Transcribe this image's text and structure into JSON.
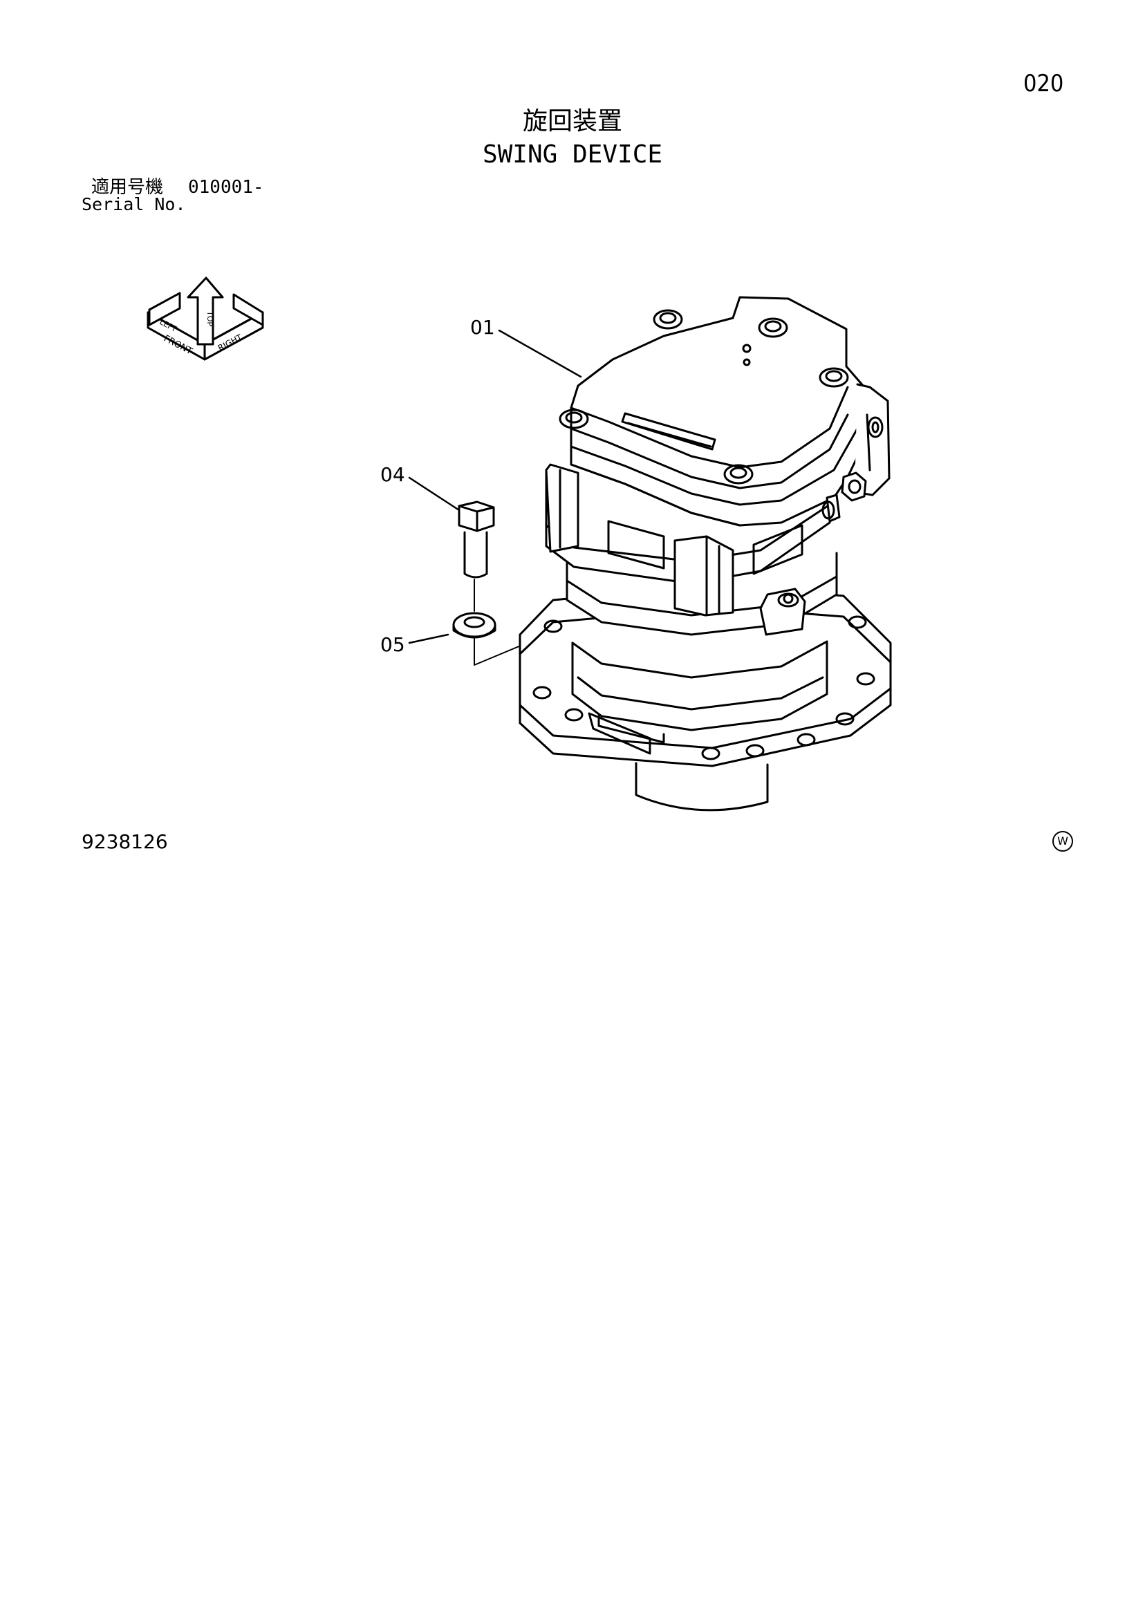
{
  "page_number": "020",
  "title_jp": "旋回装置",
  "title_en": "SWING DEVICE",
  "serial": {
    "label_jp": "適用号機",
    "range": "010001-",
    "label_en": "Serial No."
  },
  "orientation_icon": {
    "labels": [
      "FRONT",
      "LEFT",
      "TOP",
      "RIGHT"
    ]
  },
  "callouts": [
    {
      "id": "01"
    },
    {
      "id": "04"
    },
    {
      "id": "05"
    }
  ],
  "drawing_number": "9238126",
  "mark": "W"
}
